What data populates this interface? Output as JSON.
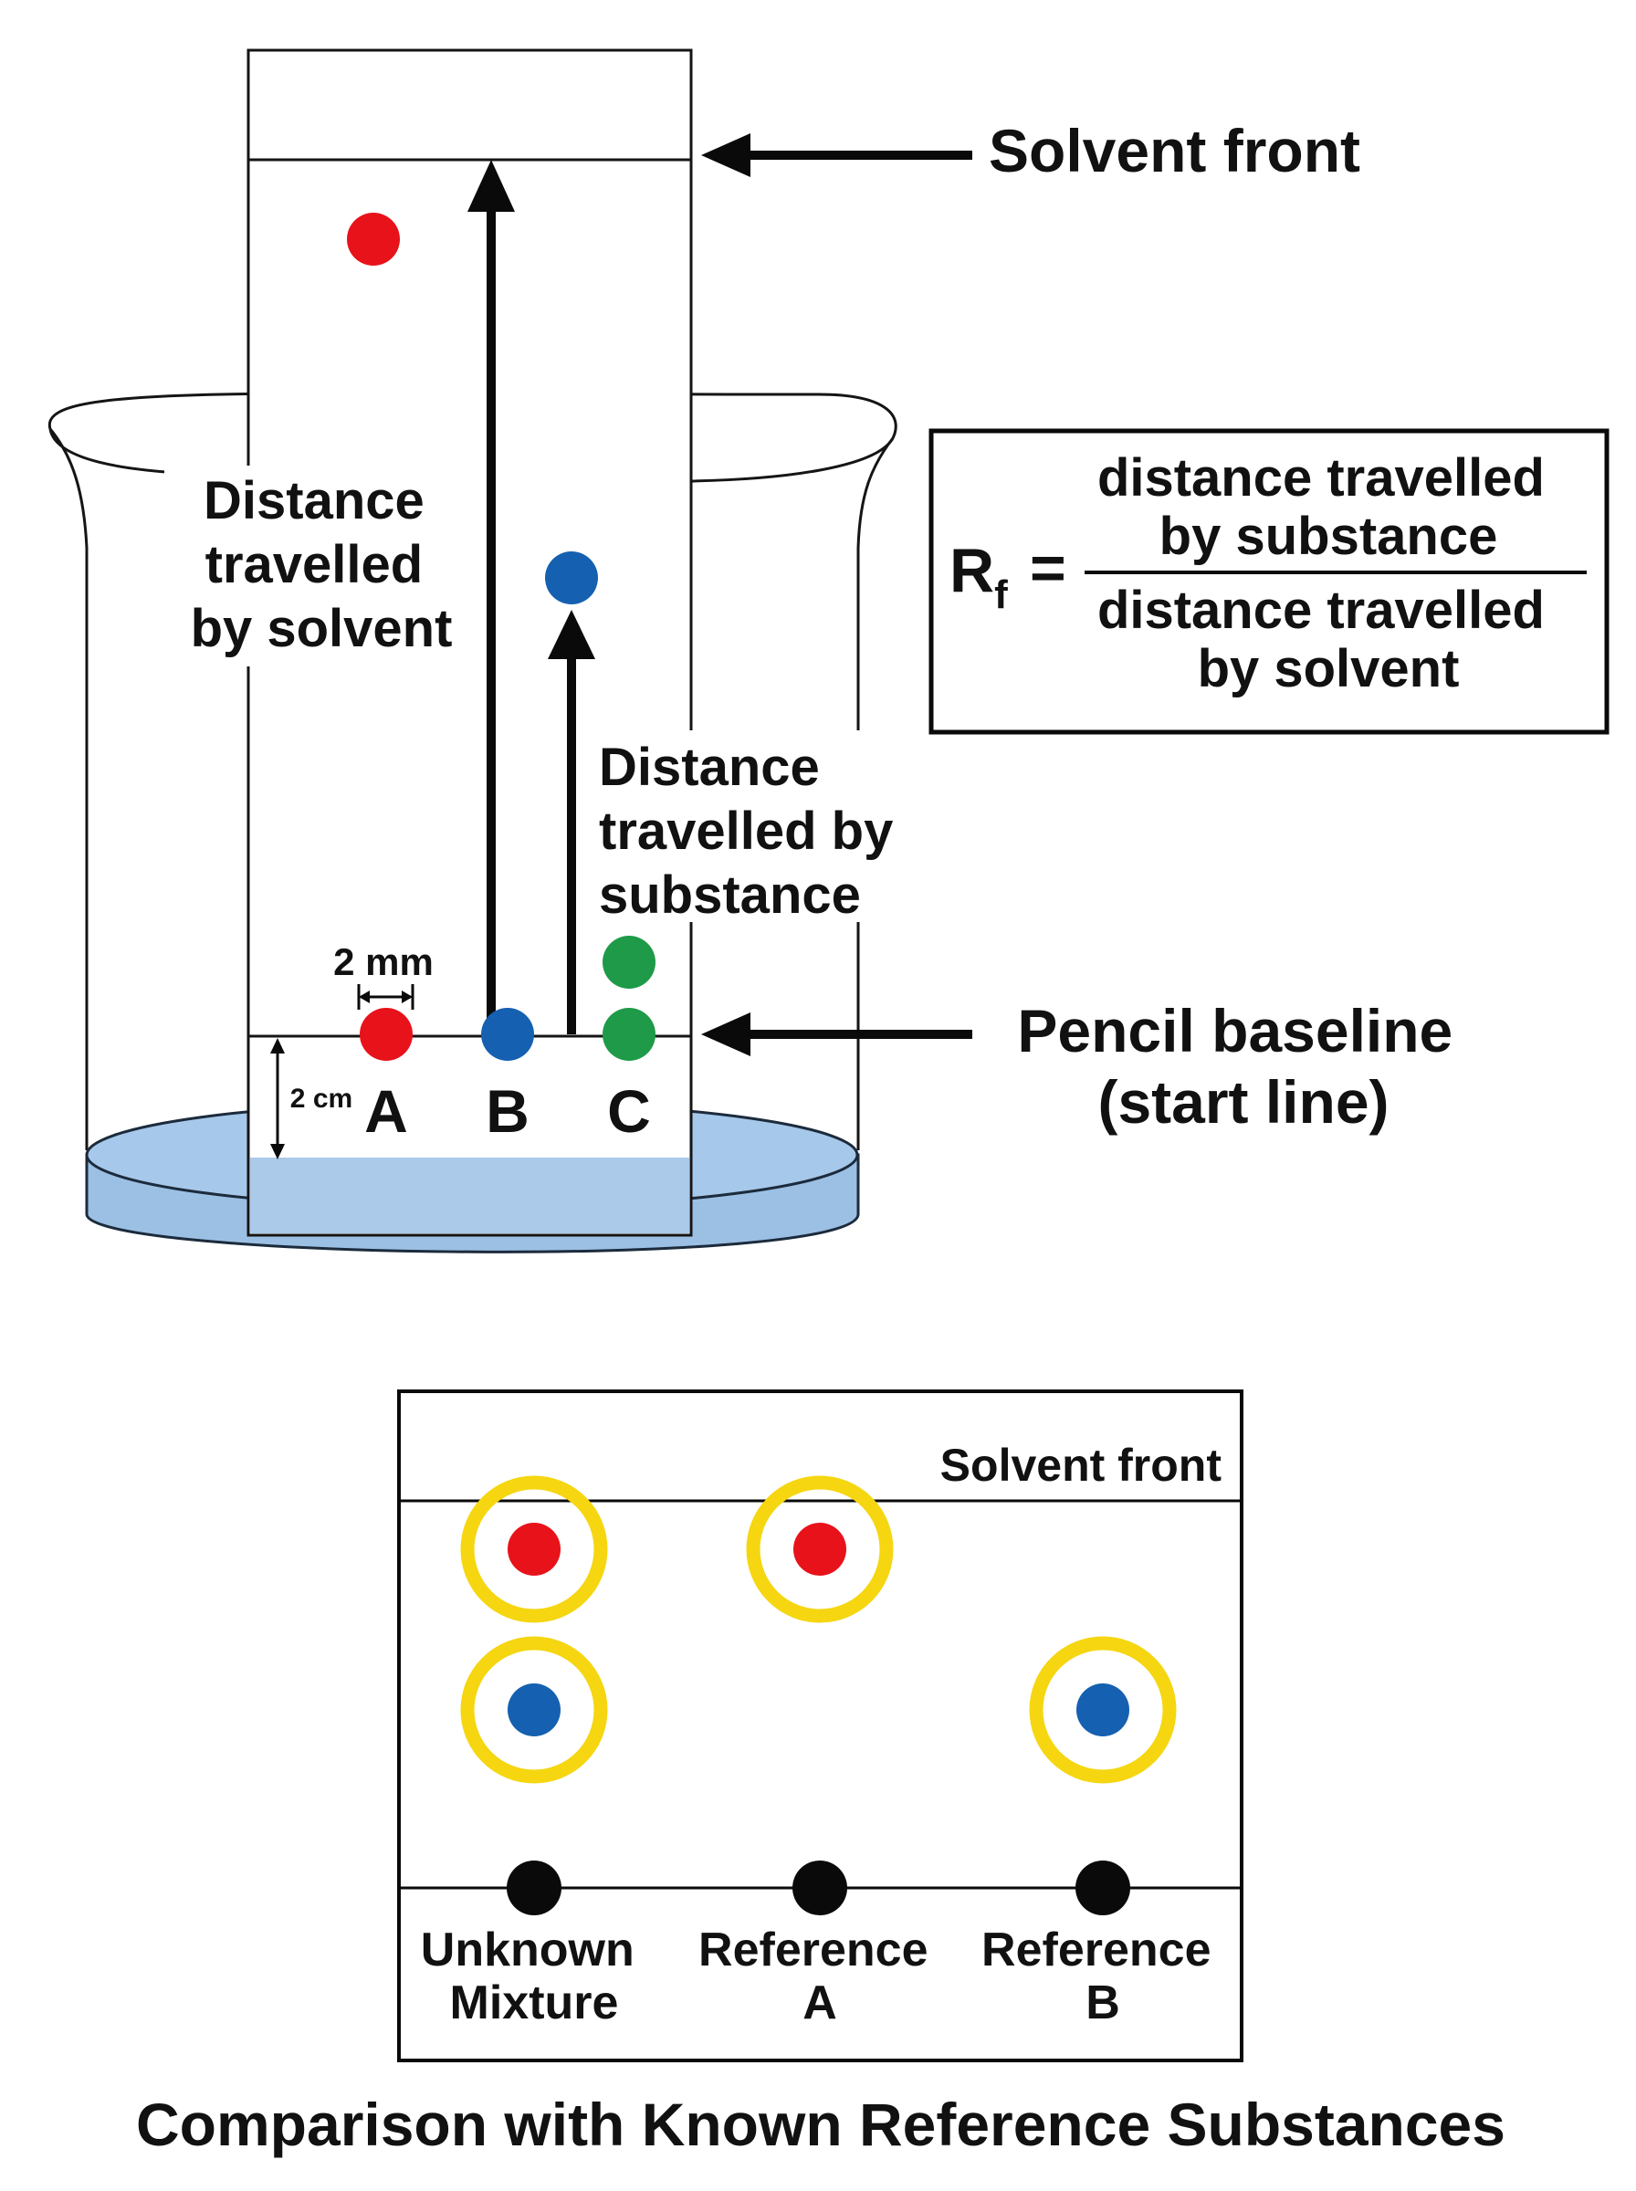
{
  "colors": {
    "red": "#e8121a",
    "blue": "#1560b0",
    "green": "#1e9a48",
    "black": "#0a0a0a",
    "yellow_ring": "#f5d611",
    "water": "#9cc0e4",
    "water_edge": "#1c2b3c"
  },
  "apparatus": {
    "solvent_front_label": "Solvent front",
    "distance_solvent_label": [
      "Distance",
      "travelled",
      "by solvent"
    ],
    "distance_substance_label": [
      "Distance",
      "travelled by",
      "substance"
    ],
    "spot_width_label": "2 mm",
    "baseline_height_label": "2 cm",
    "pencil_baseline_label": [
      "Pencil baseline",
      "(start line)"
    ],
    "lanes": [
      "A",
      "B",
      "C"
    ],
    "spot_colors": {
      "A": [
        "red",
        "red"
      ],
      "B": [
        "blue",
        "blue"
      ],
      "C": [
        "green",
        "green"
      ]
    }
  },
  "formula": {
    "lhs": "R",
    "subscript": "f",
    "equals": "=",
    "numerator": [
      "distance travelled",
      "by substance"
    ],
    "denominator": [
      "distance travelled",
      "by solvent"
    ]
  },
  "comparison": {
    "solvent_front_label": "Solvent front",
    "lanes": [
      {
        "label": [
          "Unknown",
          "Mixture"
        ],
        "spots": [
          "red",
          "blue"
        ]
      },
      {
        "label": [
          "Reference",
          "A"
        ],
        "spots": [
          "red"
        ]
      },
      {
        "label": [
          "Reference",
          "B"
        ],
        "spots": [
          "blue"
        ]
      }
    ],
    "caption": "Comparison with Known Reference Substances"
  }
}
